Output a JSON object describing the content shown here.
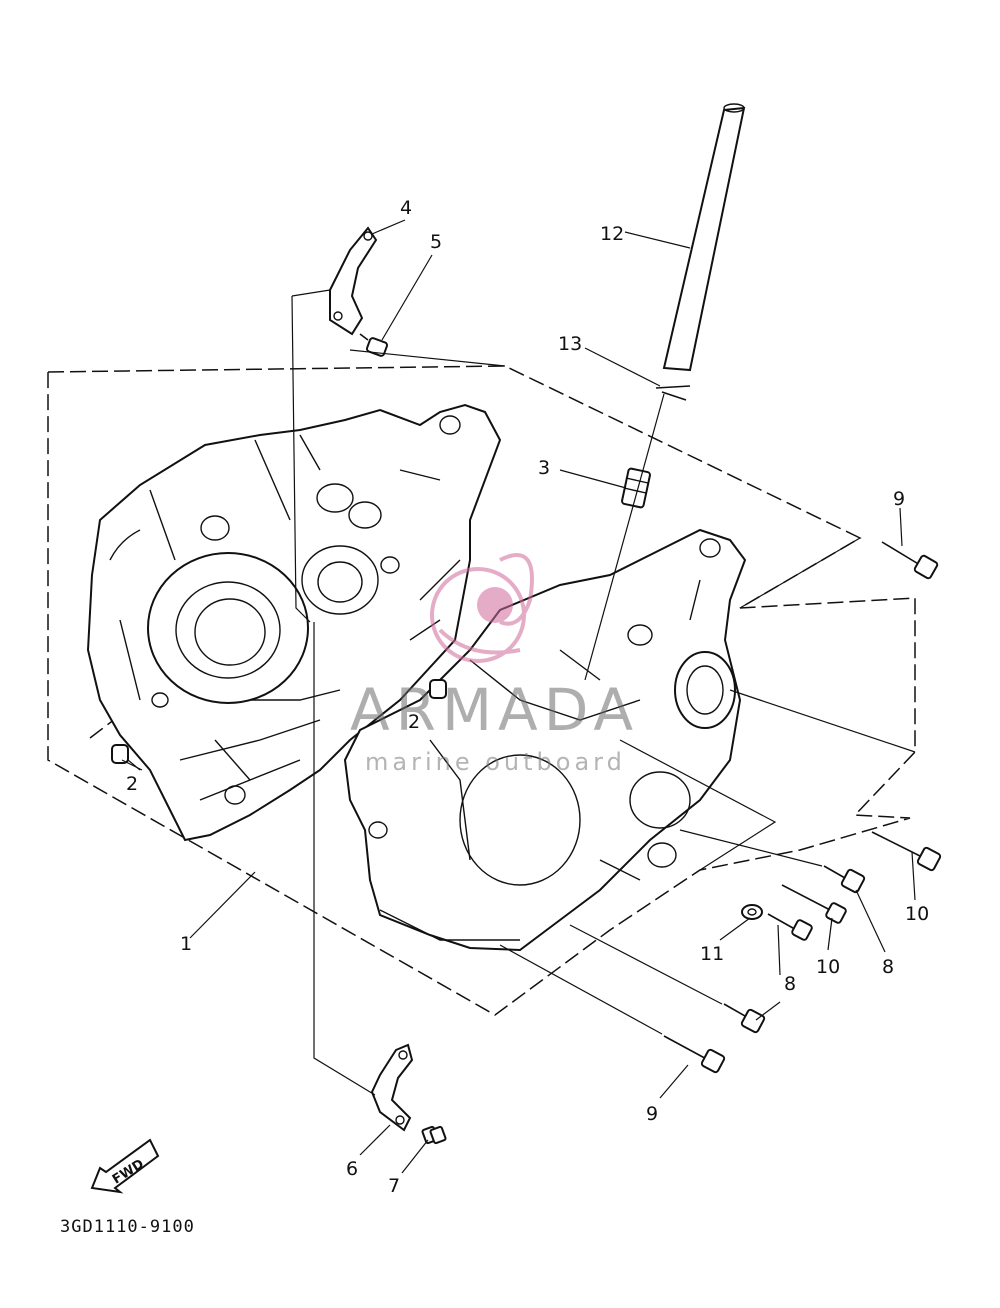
{
  "diagram": {
    "part_number_code": "3GD1110-9100",
    "fwd_label": "FWD",
    "watermark": {
      "brand": "ARMADA",
      "tagline": "marine outboard"
    },
    "callouts": [
      {
        "id": "c1",
        "label": "1"
      },
      {
        "id": "c2a",
        "label": "2"
      },
      {
        "id": "c2b",
        "label": "2"
      },
      {
        "id": "c3",
        "label": "3"
      },
      {
        "id": "c4",
        "label": "4"
      },
      {
        "id": "c5",
        "label": "5"
      },
      {
        "id": "c6",
        "label": "6"
      },
      {
        "id": "c7",
        "label": "7"
      },
      {
        "id": "c8a",
        "label": "8"
      },
      {
        "id": "c8b",
        "label": "8"
      },
      {
        "id": "c9a",
        "label": "9"
      },
      {
        "id": "c9b",
        "label": "9"
      },
      {
        "id": "c10a",
        "label": "10"
      },
      {
        "id": "c10b",
        "label": "10"
      },
      {
        "id": "c11",
        "label": "11"
      },
      {
        "id": "c12",
        "label": "12"
      },
      {
        "id": "c13",
        "label": "13"
      }
    ]
  }
}
